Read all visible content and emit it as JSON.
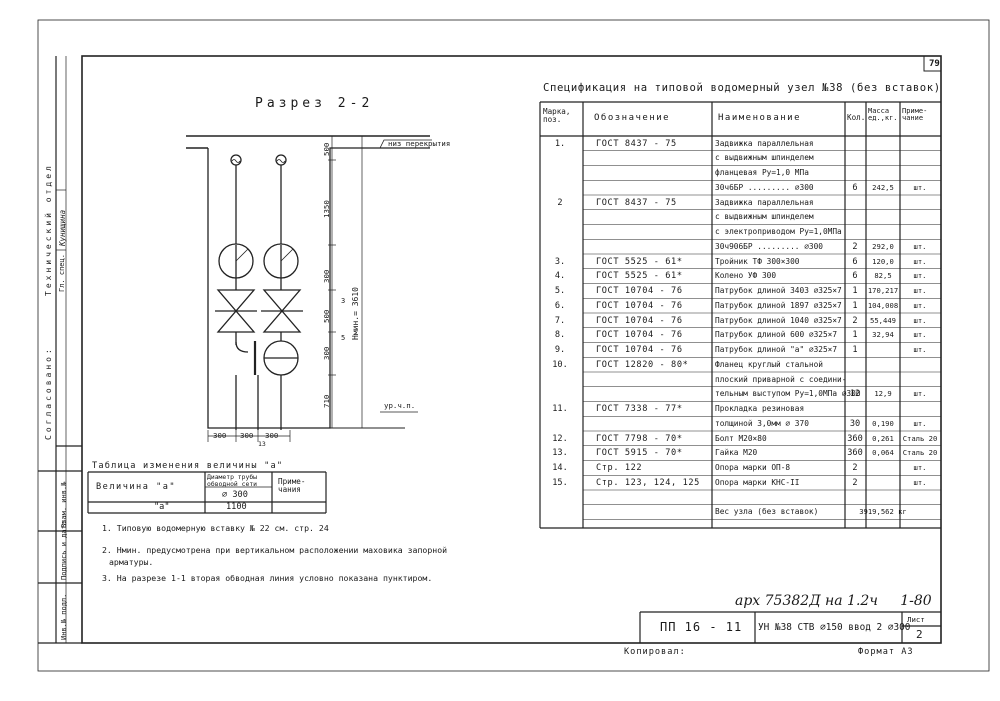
{
  "page_number": "79",
  "section_title": "Разрез 2-2",
  "spec_title": "Спецификация на типовой водомерный узел №38 (без вставок)",
  "spec_headers": {
    "mark": "Марка,\nпоз.",
    "designation": "Обозначение",
    "name": "Наименование",
    "qty": "Кол.",
    "mass": "Масса\nед.,кг.",
    "note": "Приме-\nчание"
  },
  "spec_rows": [
    {
      "mark": "1.",
      "designation": "ГОСТ 8437 - 75",
      "name": "Задвижка параллельная",
      "qty": "",
      "mass": "",
      "note": ""
    },
    {
      "mark": "",
      "designation": "",
      "name": "с выдвижным шпинделем",
      "qty": "",
      "mass": "",
      "note": ""
    },
    {
      "mark": "",
      "designation": "",
      "name": "фланцевая Ру=1,0 МПа",
      "qty": "",
      "mass": "",
      "note": ""
    },
    {
      "mark": "",
      "designation": "",
      "name": "30ч6БР ......... ⌀300",
      "qty": "6",
      "mass": "242,5",
      "note": "шт."
    },
    {
      "mark": "2",
      "designation": "ГОСТ 8437 - 75",
      "name": "Задвижка параллельная",
      "qty": "",
      "mass": "",
      "note": ""
    },
    {
      "mark": "",
      "designation": "",
      "name": "с выдвижным шпинделем",
      "qty": "",
      "mass": "",
      "note": ""
    },
    {
      "mark": "",
      "designation": "",
      "name": "с электроприводом Ру=1,0МПа",
      "qty": "",
      "mass": "",
      "note": ""
    },
    {
      "mark": "",
      "designation": "",
      "name": "30ч906БР ......... ⌀300",
      "qty": "2",
      "mass": "292,0",
      "note": "шт."
    },
    {
      "mark": "3.",
      "designation": "ГОСТ 5525 - 61*",
      "name": "Тройник ТФ 300×300",
      "qty": "6",
      "mass": "120,0",
      "note": "шт."
    },
    {
      "mark": "4.",
      "designation": "ГОСТ 5525 - 61*",
      "name": "Колено  УФ 300",
      "qty": "6",
      "mass": "82,5",
      "note": "шт."
    },
    {
      "mark": "5.",
      "designation": "ГОСТ 10704 - 76",
      "name": "Патрубок длиной 3403 ⌀325×7",
      "qty": "1",
      "mass": "170,217",
      "note": "шт."
    },
    {
      "mark": "6.",
      "designation": "ГОСТ 10704 - 76",
      "name": "Патрубок длиной 1897 ⌀325×7",
      "qty": "1",
      "mass": "104,008",
      "note": "шт."
    },
    {
      "mark": "7.",
      "designation": "ГОСТ 10704 - 76",
      "name": "Патрубок длиной 1040 ⌀325×7",
      "qty": "2",
      "mass": "55,449",
      "note": "шт."
    },
    {
      "mark": "8.",
      "designation": "ГОСТ 10704 - 76",
      "name": "Патрубок длиной 600 ⌀325×7",
      "qty": "1",
      "mass": "32,94",
      "note": "шт."
    },
    {
      "mark": "9.",
      "designation": "ГОСТ 10704 - 76",
      "name": "Патрубок длиной \"a\" ⌀325×7",
      "qty": "1",
      "mass": "",
      "note": "шт."
    },
    {
      "mark": "10.",
      "designation": "ГОСТ 12820 - 80*",
      "name": "Фланец круглый стальной",
      "qty": "",
      "mass": "",
      "note": ""
    },
    {
      "mark": "",
      "designation": "",
      "name": "плоский приварной с соедини-",
      "qty": "",
      "mass": "",
      "note": ""
    },
    {
      "mark": "",
      "designation": "",
      "name": "тельным выступом Ру=1,0МПа ⌀300",
      "qty": "12",
      "mass": "12,9",
      "note": "шт."
    },
    {
      "mark": "11.",
      "designation": "ГОСТ 7338 - 77*",
      "name": "Прокладка резиновая",
      "qty": "",
      "mass": "",
      "note": ""
    },
    {
      "mark": "",
      "designation": "",
      "name": "толщиной 3,0мм ⌀ 370",
      "qty": "30",
      "mass": "0,190",
      "note": "шт."
    },
    {
      "mark": "12.",
      "designation": "ГОСТ 7798 - 70*",
      "name": "Болт М20×80",
      "qty": "360",
      "mass": "0,261",
      "note": "Сталь 20"
    },
    {
      "mark": "13.",
      "designation": "ГОСТ 5915 - 70*",
      "name": "Гайка М20",
      "qty": "360",
      "mass": "0,064",
      "note": "Сталь 20"
    },
    {
      "mark": "14.",
      "designation": "Стр. 122",
      "name": "Опора марки ОП-8",
      "qty": "2",
      "mass": "",
      "note": "шт."
    },
    {
      "mark": "15.",
      "designation": "Стр. 123, 124, 125",
      "name": "Опора марки КНС-II",
      "qty": "2",
      "mass": "",
      "note": "шт."
    },
    {
      "mark": "",
      "designation": "",
      "name": "",
      "qty": "",
      "mass": "",
      "note": ""
    },
    {
      "mark": "",
      "designation": "",
      "name": "Вес узла (без вставок)",
      "qty": "",
      "mass": "3919,562 кг",
      "note": ""
    }
  ],
  "drawing": {
    "floor_label": "низ перекрытия",
    "level_label": "ур.ч.п.",
    "dims_vertical": [
      "500",
      "1350",
      "300",
      "500",
      "300",
      "710"
    ],
    "h_min_label": "Hмин.= 3610",
    "dims_horizontal": [
      "300",
      "300",
      "300"
    ],
    "pos_labels": [
      "3",
      "13",
      "5"
    ]
  },
  "change_table": {
    "title": "Таблица изменения величины \"a\"",
    "col1": "Величина \"a\"",
    "col2": "Диаметр трубы\nобводной сети",
    "col3": "Приме-\nчания",
    "d_value": "⌀ 300",
    "row_a": "\"a\"",
    "row_val": "1100"
  },
  "notes": [
    "1. Типовую водомерную вставку № 22 см. стр. 24",
    "2. Нмин. предусмотрена при вертикальном расположении маховика запорной",
    "арматуры.",
    "3. На разрезе 1-1 вторая обводная линия условно показана пунктиром."
  ],
  "left_margin": {
    "agreed": "Согласовано:",
    "dept": "Технический отдел",
    "role": "Гл. спец.",
    "name": "Кунищина",
    "stamp_cells": [
      "Инв.№ подл.",
      "Подпись и дата",
      "Взам. инв.№"
    ]
  },
  "handwritten_code": "арх 75382Д на 1.2ч     1-80",
  "title_block": {
    "code": "ПП 16 - 11",
    "description": "УН №38 СТВ ⌀150 ввод 2 ⌀300",
    "sheet_label": "Лист",
    "sheet_number": "2"
  },
  "footer": {
    "copied": "Копировал:",
    "format": "Формат А3"
  }
}
